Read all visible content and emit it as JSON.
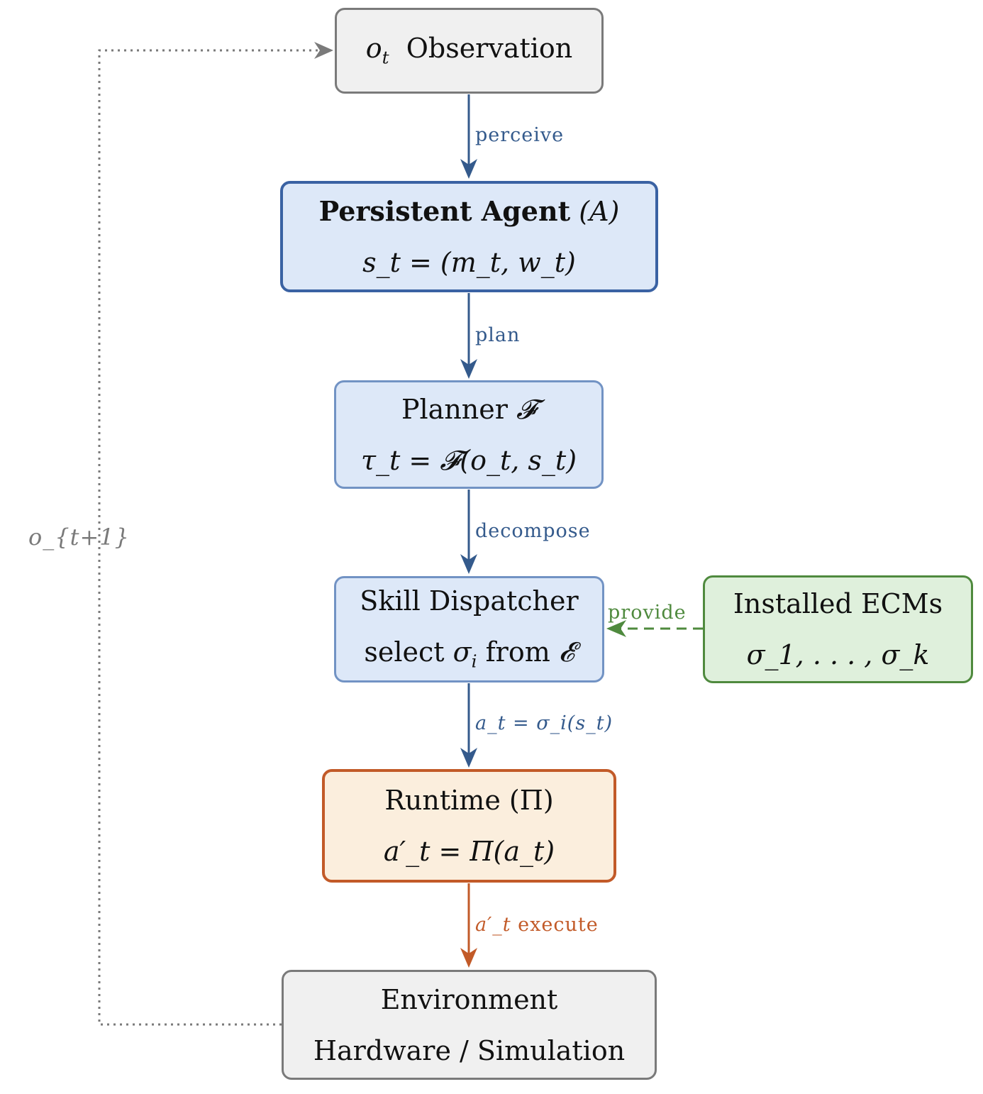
{
  "nodes": {
    "observation": {
      "symbol": "o",
      "symbol_sub": "t",
      "title": "Observation"
    },
    "agent": {
      "title_bold": "Persistent Agent",
      "title_symbol": "(A)",
      "formula": "s_t = (m_t, w_t)"
    },
    "planner": {
      "title": "Planner",
      "title_symbol": "𝓕",
      "formula": "τ_t = 𝓕(o_t, s_t)"
    },
    "dispatcher": {
      "title": "Skill Dispatcher",
      "line2_prefix": "select",
      "line2_symbol": "σ",
      "line2_symbol_sub": "i",
      "line2_mid": "from",
      "line2_set": "𝓔"
    },
    "ecms": {
      "title": "Installed ECMs",
      "formula": "σ_1, . . . , σ_k"
    },
    "runtime": {
      "title": "Runtime (Π)",
      "formula": "a′_t = Π(a_t)"
    },
    "environment": {
      "title": "Environment",
      "subtitle": "Hardware / Simulation"
    }
  },
  "edges": {
    "perceive": "perceive",
    "plan": "plan",
    "decompose": "decompose",
    "provide": "provide",
    "dispatch": "a_t = σ_i(s_t)",
    "execute_symbol": "a′_t",
    "execute": "execute",
    "feedback": "o_{t+1}"
  },
  "colors": {
    "flow_blue": "#345a8c",
    "provide_green": "#4f8a3e",
    "execute_orange": "#c25a28",
    "feedback_gray": "#7a7a7a"
  }
}
